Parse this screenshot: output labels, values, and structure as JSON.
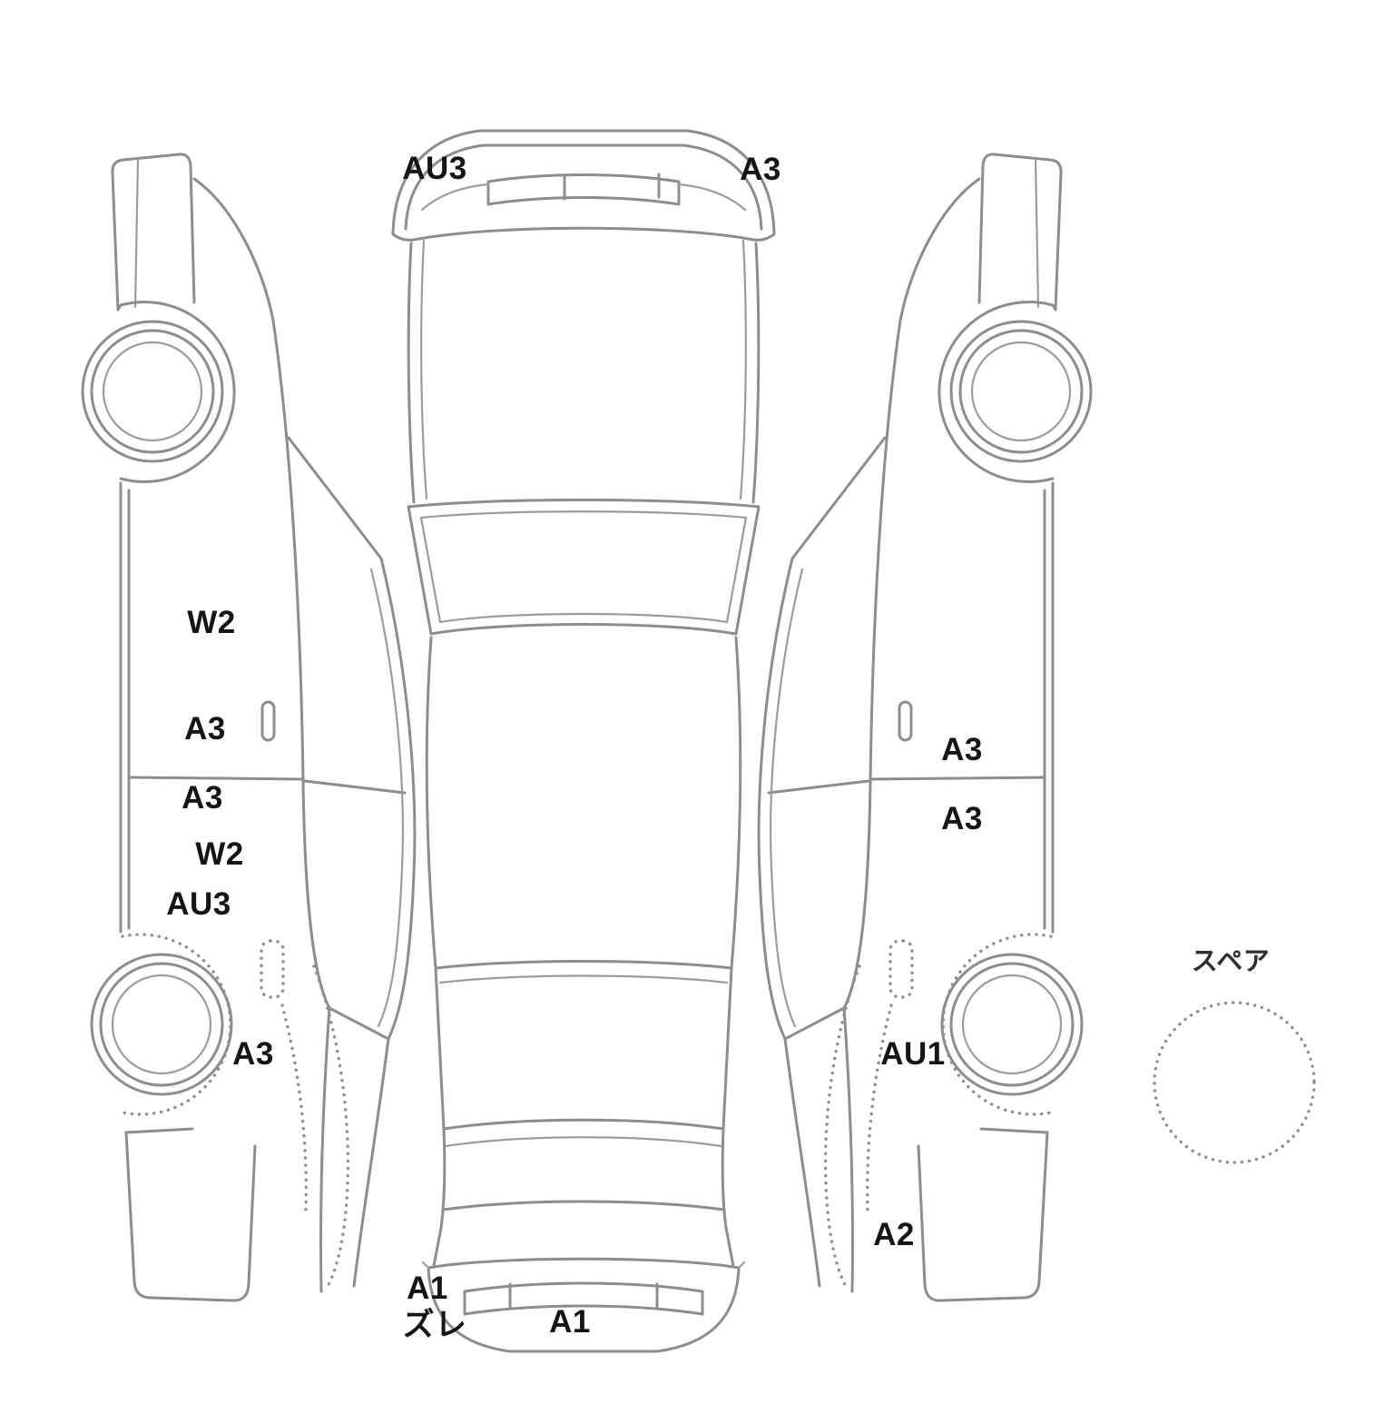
{
  "page": {
    "background": "#ffffff",
    "line_color": "#8d8d8d",
    "label_color": "#151515"
  },
  "markers": [
    {
      "label": "AU3",
      "area": "front-bumper-left"
    },
    {
      "label": "A3",
      "area": "front-bumper-right"
    },
    {
      "label": "W2",
      "area": "left-view-front-door-upper"
    },
    {
      "label": "A3",
      "area": "left-view-front-door-lower"
    },
    {
      "label": "A3",
      "area": "left-view-rear-door-upper"
    },
    {
      "label": "W2",
      "area": "left-view-rear-door-lower"
    },
    {
      "label": "AU3",
      "area": "left-view-rear-quarter"
    },
    {
      "label": "A3",
      "area": "left-view-rear-wheel-arch"
    },
    {
      "label": "A3",
      "area": "right-view-front-door-upper"
    },
    {
      "label": "A3",
      "area": "right-view-rear-door-upper"
    },
    {
      "label": "AU1",
      "area": "right-view-rear-wheel-arch"
    },
    {
      "label": "A2",
      "area": "right-view-rear-lower"
    },
    {
      "label": "A1",
      "area": "rear-bumper-left"
    },
    {
      "label": "ズレ",
      "area": "rear-bumper-left-shift"
    },
    {
      "label": "A1",
      "area": "rear-bumper-center"
    }
  ],
  "spare": {
    "label": "スペア"
  }
}
